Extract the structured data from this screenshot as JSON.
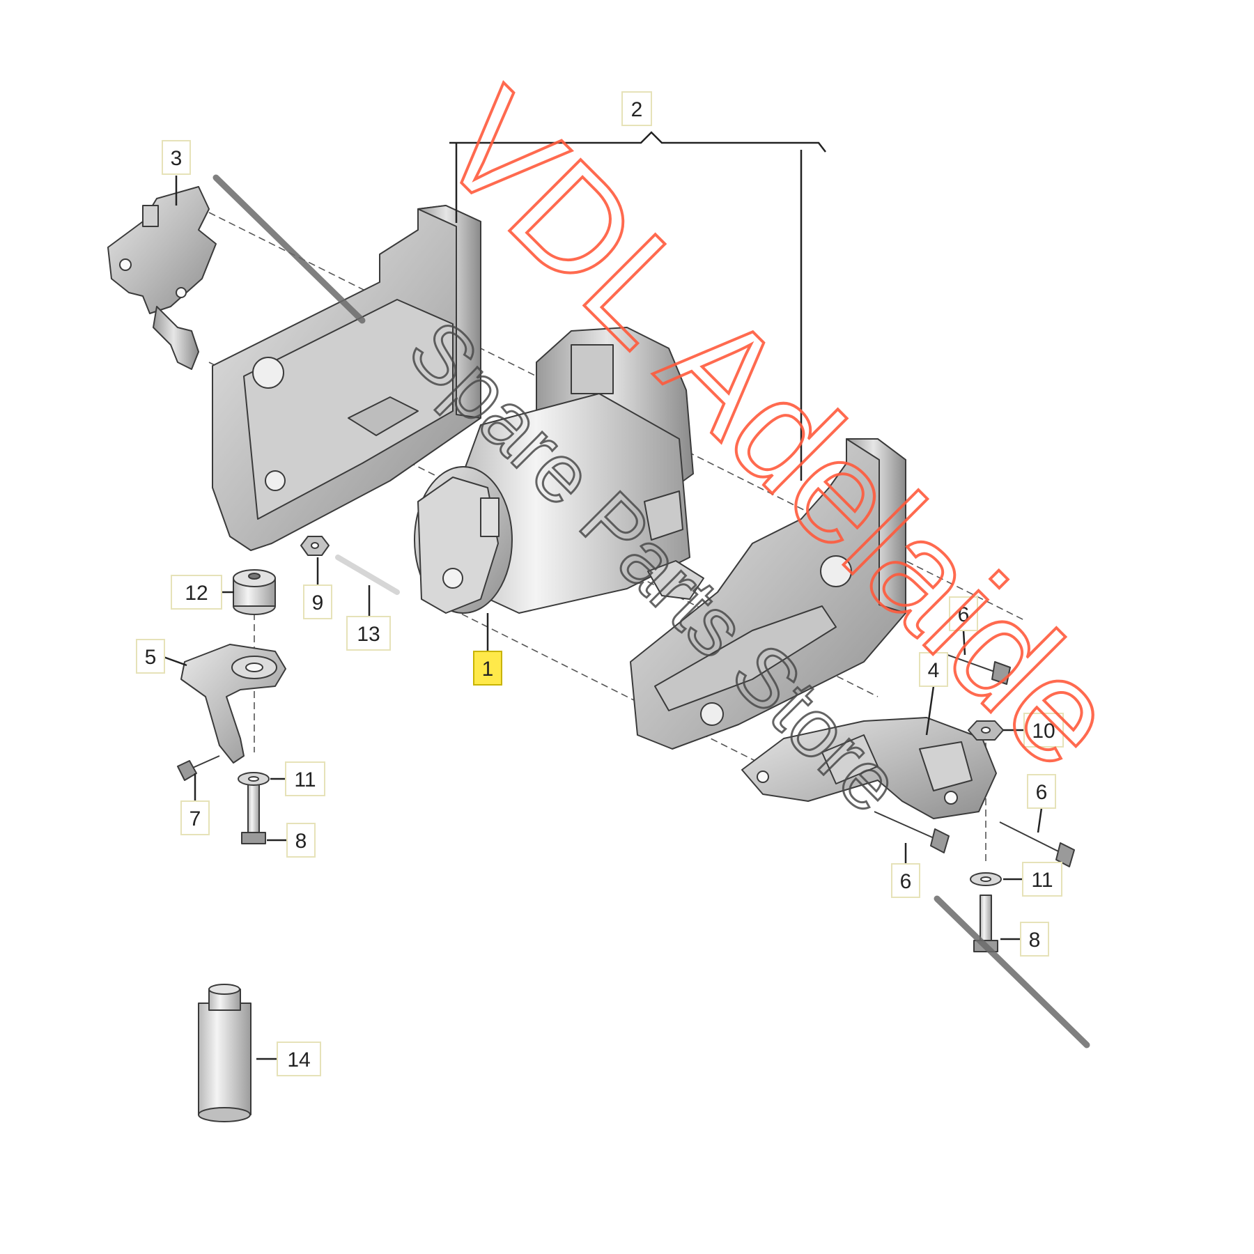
{
  "diagram": {
    "callouts": [
      {
        "id": "c1",
        "label": "1"
      },
      {
        "id": "c2",
        "label": "2"
      },
      {
        "id": "c3",
        "label": "3"
      },
      {
        "id": "c4",
        "label": "4"
      },
      {
        "id": "c5",
        "label": "5"
      },
      {
        "id": "c6a",
        "label": "6"
      },
      {
        "id": "c6b",
        "label": "6"
      },
      {
        "id": "c6c",
        "label": "6"
      },
      {
        "id": "c7",
        "label": "7"
      },
      {
        "id": "c8a",
        "label": "8"
      },
      {
        "id": "c8b",
        "label": "8"
      },
      {
        "id": "c9",
        "label": "9"
      },
      {
        "id": "c10",
        "label": "10"
      },
      {
        "id": "c11a",
        "label": "11"
      },
      {
        "id": "c11b",
        "label": "11"
      },
      {
        "id": "c12",
        "label": "12"
      },
      {
        "id": "c13",
        "label": "13"
      },
      {
        "id": "c14",
        "label": "14"
      }
    ],
    "highlighted_callout": "1",
    "highlight_color": "#ffe94a"
  },
  "watermark": {
    "brand": "VDL Adelaide",
    "tagline": "Spare Parts Store",
    "brand_color": "#ff5a3c"
  }
}
